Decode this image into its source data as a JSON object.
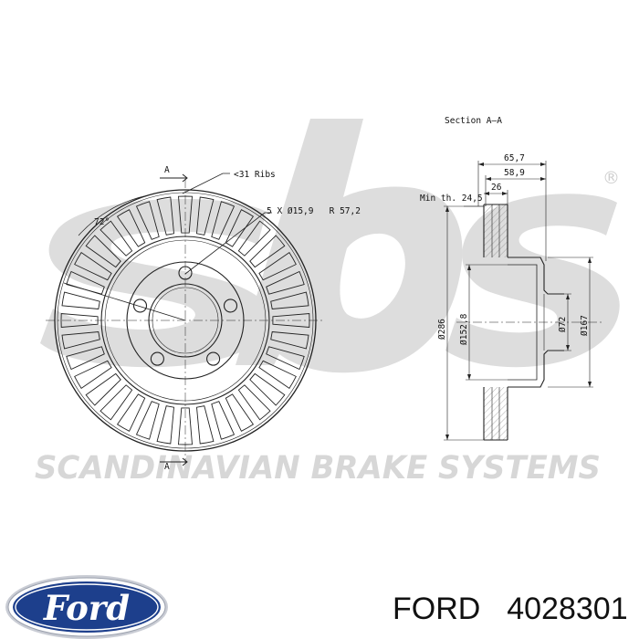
{
  "watermark": {
    "logo_text": "sbs",
    "registered_mark": "®",
    "company_name": "SCANDINAVIAN BRAKE SYSTEMS"
  },
  "drawing": {
    "section_label": "A",
    "section_title": "Section A–A",
    "angle_label": "72°",
    "ribs_label": "<31 Ribs",
    "bolt_pattern_label": "5 X Ø15,9   R 57,2",
    "min_thickness_label": "Min th. 24,5",
    "dim_overall_height": "65,7",
    "dim_hat_height": "58,9",
    "dim_thickness": "26",
    "dia_outer": "Ø286",
    "dia_hat": "Ø152,8",
    "dia_center_bore": "Ø72",
    "dia_hat_outer": "Ø167"
  },
  "brand": {
    "logo_text": "Ford",
    "name": "FORD",
    "part_number": "4028301"
  },
  "colors": {
    "ford_blue": "#1d3f8c",
    "watermark_gray": "#dcdcdc",
    "line": "#222222"
  }
}
